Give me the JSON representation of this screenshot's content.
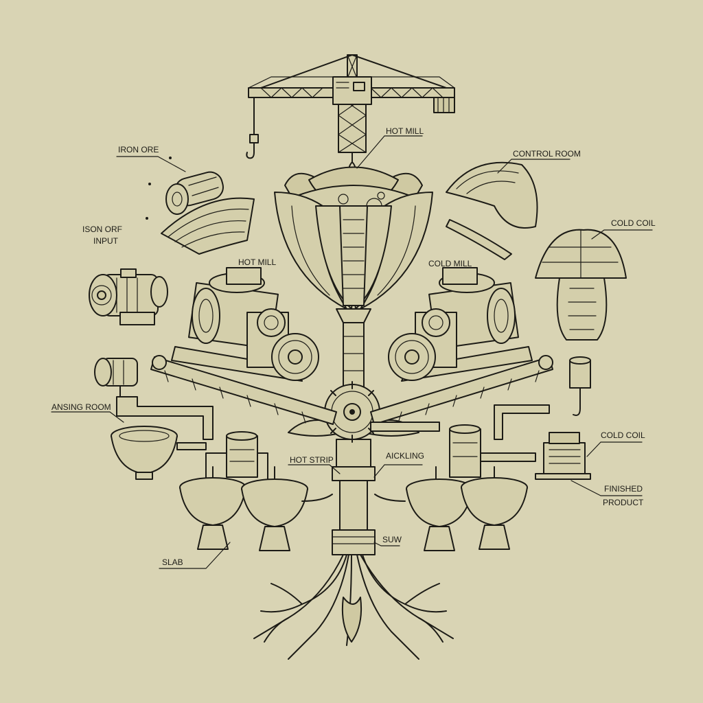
{
  "colors": {
    "paper": "#d9d4b4",
    "ink": "#1c1b16"
  },
  "labels": {
    "hot_mill_top": "HOT MILL",
    "iron_ore": "IRON ORE",
    "control_room": "CONTROL ROOM",
    "ison_orf_input_line1": "ISON ORF",
    "ison_orf_input_line2": "INPUT",
    "cold_coil_right": "COLD COIL",
    "hot_mill_left": "HOT MILL",
    "cold_mill_right": "COLD MILL",
    "ansing_room": "ANSING ROOM",
    "hot_strip": "HOT STRIP",
    "aickling": "AICKLING",
    "cold_coil_lower": "COLD COIL",
    "finished_product_line1": "FINISHED",
    "finished_product_line2": "PRODUCT",
    "suw": "SUW",
    "slab": "SLAB"
  },
  "icons": [
    "tower-crane-icon",
    "flower-vessel-icon",
    "iron-ore-roller-icon",
    "coil-halves-icon",
    "electric-motor-icon",
    "rolling-mill-icon",
    "conveyor-icon",
    "gear-icon",
    "cauldron-icon",
    "tank-icon",
    "mushroom-coil-icon",
    "transformer-icon",
    "root-system-icon"
  ]
}
